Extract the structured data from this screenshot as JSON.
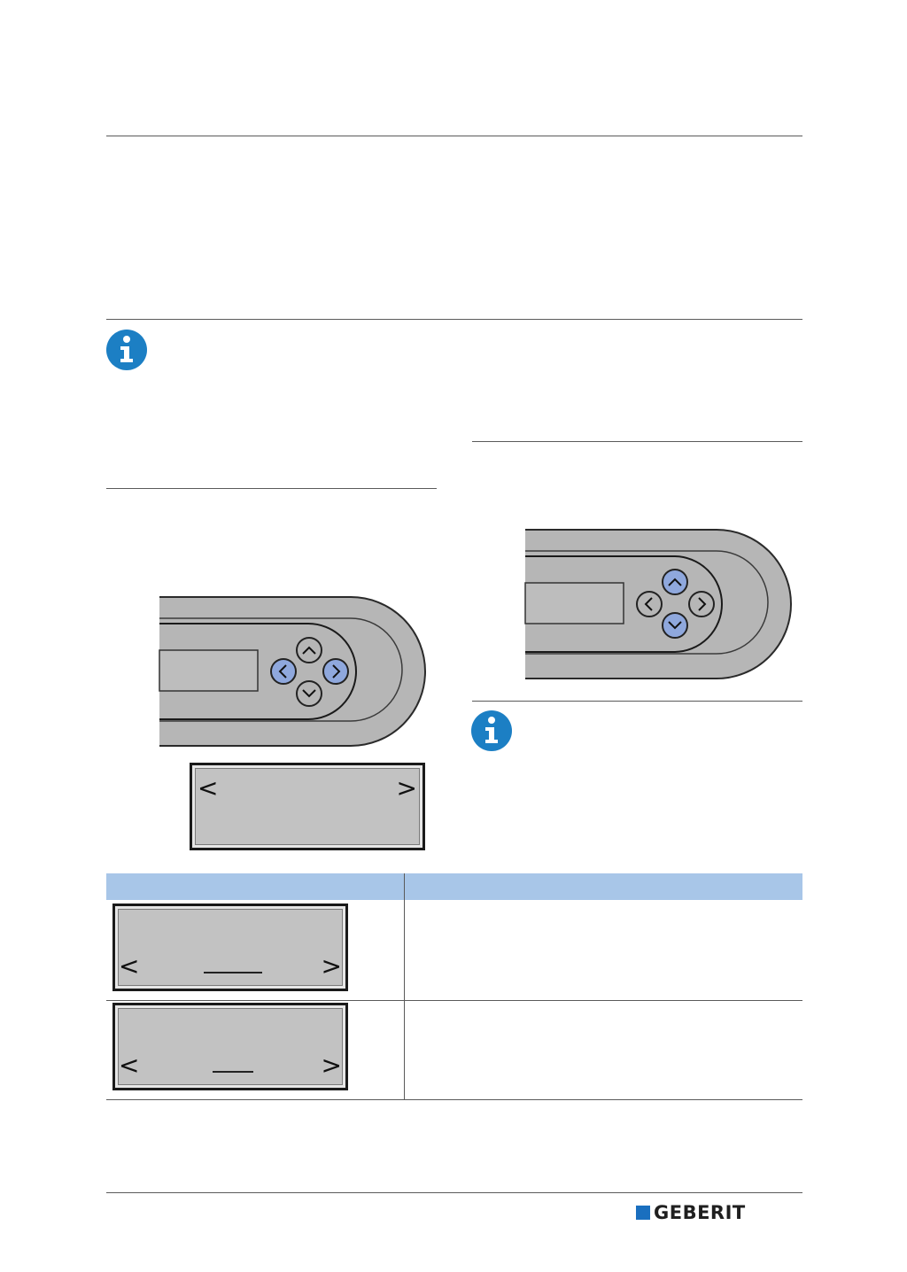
{
  "logo": {
    "brand": "GEBERIT",
    "color": "#1a6fbf"
  },
  "icons": {
    "info_top": "info-icon",
    "info_right": "info-icon"
  },
  "panel_left": {
    "buttons": [
      "up-button",
      "left-button-highlighted",
      "right-button-highlighted",
      "down-button"
    ]
  },
  "panel_right": {
    "buttons": [
      "up-button-highlighted",
      "left-button",
      "right-button",
      "down-button-highlighted"
    ]
  },
  "display_main": {
    "left_arrow": "<",
    "right_arrow": ">"
  },
  "table": {
    "header_color": "#a8c6e8",
    "rows": [
      {
        "left_arrow": "<",
        "right_arrow": ">"
      },
      {
        "left_arrow": "<",
        "right_arrow": ">"
      }
    ]
  },
  "colors": {
    "highlight_button": "#8fa8dd",
    "panel_gray": "#b6b6b6",
    "lcd_gray": "#c2c2c2"
  }
}
